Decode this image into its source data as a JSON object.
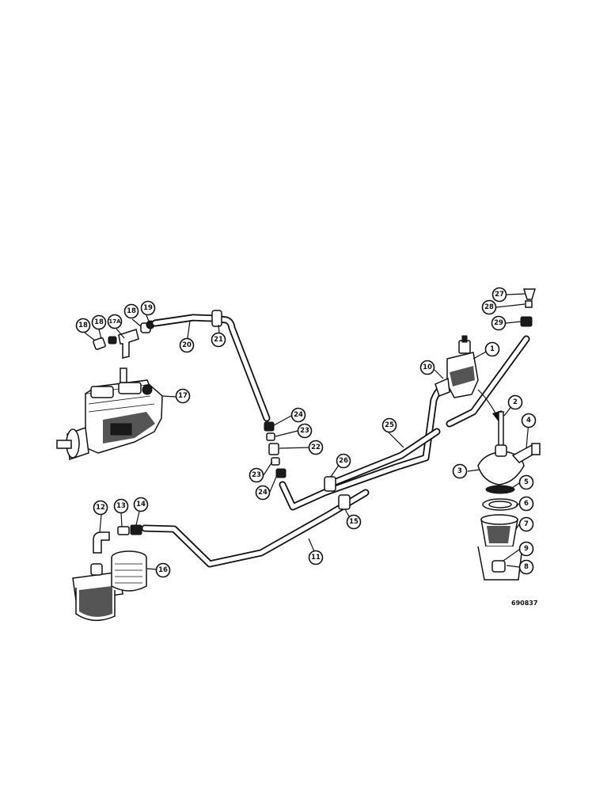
{
  "callouts": [
    "1",
    "2",
    "3",
    "4",
    "5",
    "6",
    "7",
    "8",
    "9",
    "10",
    "11",
    "12",
    "13",
    "14",
    "15",
    "16",
    "17",
    "17A",
    "18",
    "19",
    "20",
    "21",
    "22",
    "23",
    "24",
    "25",
    "26",
    "27",
    "28",
    "29"
  ],
  "figure_code": "690837"
}
